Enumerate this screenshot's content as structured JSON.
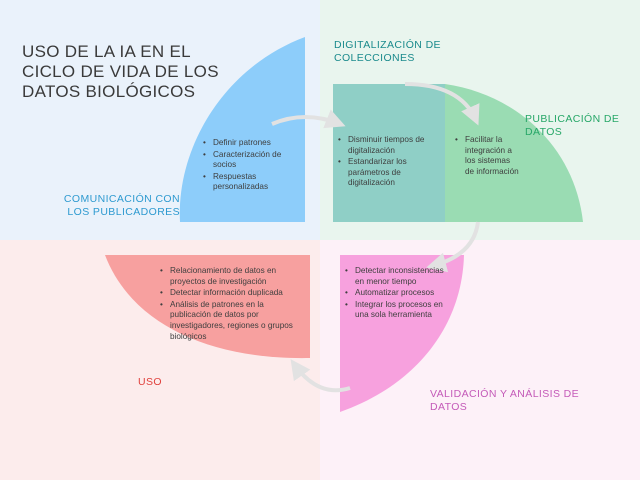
{
  "title": "USO DE LA IA EN EL CICLO DE VIDA DE LOS DATOS BIOLÓGICOS",
  "colors": {
    "bg_top_left": "#eaf2fb",
    "bg_top_right": "#e9f5ee",
    "bg_bottom_left": "#fcecec",
    "bg_bottom_right": "#fdf1f8",
    "communication": "#8dcdfa",
    "digitization": "#8fcfc6",
    "publication": "#9adcb3",
    "validation": "#f7a1de",
    "use": "#f7a09f",
    "arrow": "#e2e2e2"
  },
  "stages": {
    "comunicacion": {
      "label": "COMUNICACIÓN CON LOS PUBLICADORES",
      "color": "#2e9ad0",
      "items": [
        "Definir patrones",
        "Caracterización de socios",
        "Respuestas personalizadas"
      ]
    },
    "digitalizacion": {
      "label": "DIGITALIZACIÓN DE COLECCIONES",
      "color": "#1a8a8c",
      "items": [
        "Disminuir tiempos de digitalización",
        "Estandarizar los parámetros de digitalización"
      ]
    },
    "publicacion": {
      "label": "PUBLICACIÓN DE DATOS",
      "color": "#27a768",
      "items": [
        "Facilitar la integración a los sistemas de información"
      ]
    },
    "validacion": {
      "label": "VALIDACIÓN Y ANÁLISIS DE DATOS",
      "color": "#c45ab8",
      "items": [
        "Detectar inconsistencias en menor tiempo",
        "Automatizar procesos",
        "Integrar los procesos en una sola herramienta"
      ]
    },
    "uso": {
      "label": "USO",
      "color": "#e0403c",
      "items": [
        "Relacionamiento de datos en proyectos de investigación",
        "Detectar información duplicada",
        "Análisis de patrones en la publicación de datos por investigadores, regiones o grupos biológicos"
      ]
    }
  }
}
